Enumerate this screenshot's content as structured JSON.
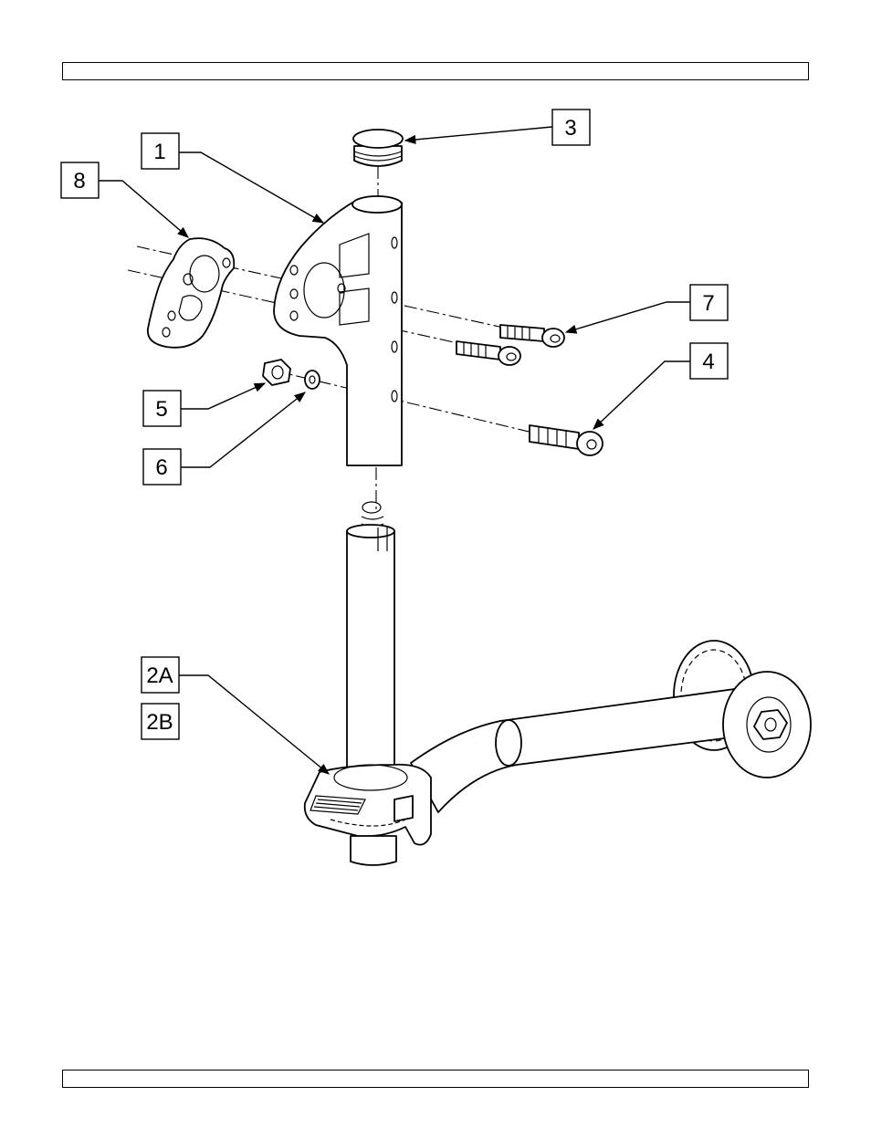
{
  "header": {
    "text": ""
  },
  "footer": {
    "text": ""
  },
  "callouts": {
    "c1": "1",
    "c2a": "2A",
    "c2b": "2B",
    "c3": "3",
    "c4": "4",
    "c5": "5",
    "c6": "6",
    "c7": "7",
    "c8": "8"
  }
}
